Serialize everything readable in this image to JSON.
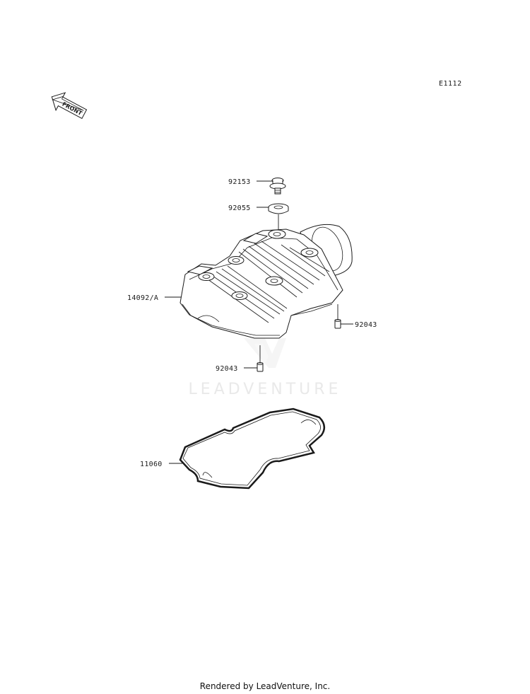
{
  "diagram_code": "E1112",
  "front_arrow_label": "FRONT",
  "watermark": "LEADVENTURE",
  "footer_text": "Rendered by LeadVenture, Inc.",
  "callouts": {
    "bolt": "92153",
    "grommet": "92055",
    "cover": "14092/A",
    "dowel_right": "92043",
    "dowel_left": "92043",
    "gasket": "11060"
  }
}
